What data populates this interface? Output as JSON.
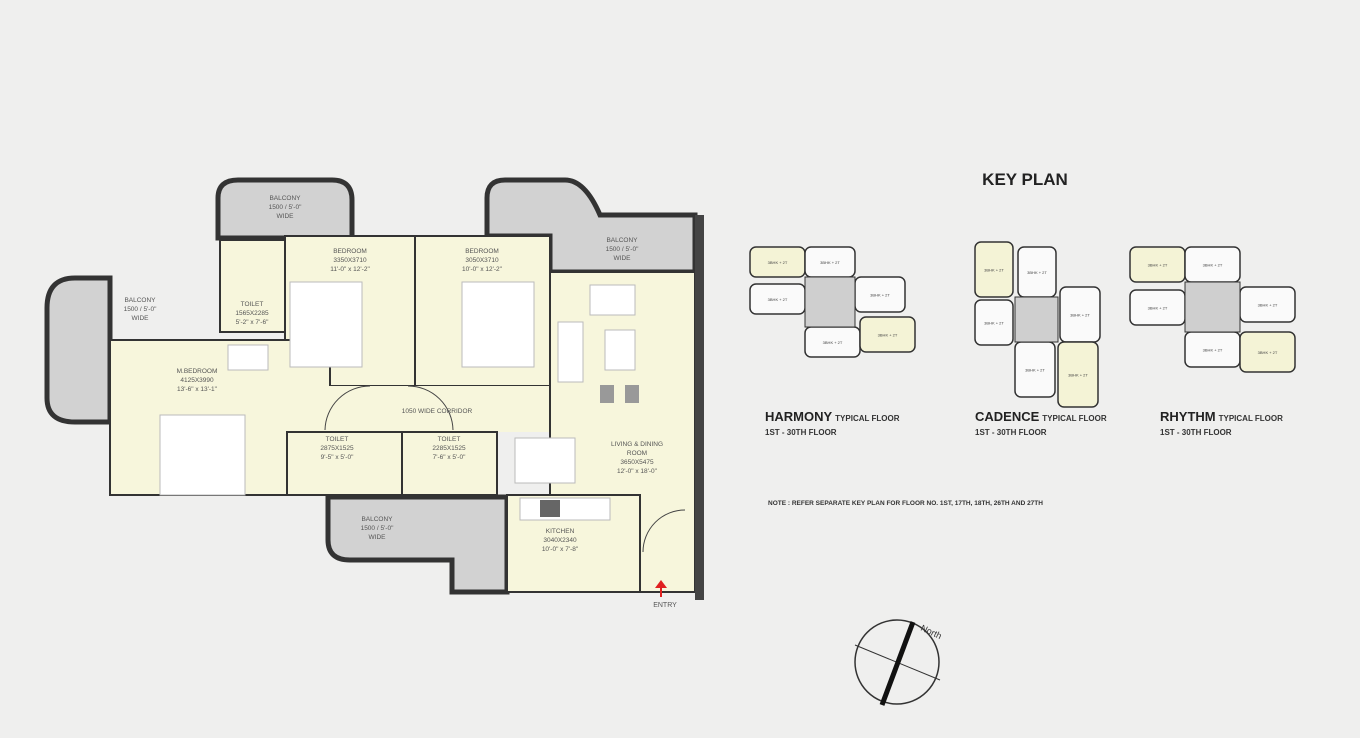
{
  "floor_plan": {
    "rooms": [
      {
        "name": "BALCONY",
        "dims": "1500 / 5'-0\"",
        "extra": "WIDE"
      },
      {
        "name": "BALCONY",
        "dims": "1500 / 5'-0\"",
        "extra": "WIDE"
      },
      {
        "name": "BALCONY",
        "dims": "1500 / 5'-0\"",
        "extra": "WIDE"
      },
      {
        "name": "BALCONY",
        "dims": "1500 / 5'-0\"",
        "extra": "WIDE"
      },
      {
        "name": "TOILET",
        "dims": "1565X2285",
        "extra": "5'-2\" x 7'-6\""
      },
      {
        "name": "BEDROOM",
        "dims": "3350X3710",
        "extra": "11'-0\" x 12'-2\""
      },
      {
        "name": "BEDROOM",
        "dims": "3050X3710",
        "extra": "10'-0\" x 12'-2\""
      },
      {
        "name": "M.BEDROOM",
        "dims": "4125X3990",
        "extra": "13'-6\" x 13'-1\""
      },
      {
        "name": "1050 WIDE CORRIDOR",
        "dims": "",
        "extra": ""
      },
      {
        "name": "TOILET",
        "dims": "2875X1525",
        "extra": "9'-5\" x 5'-0\""
      },
      {
        "name": "TOILET",
        "dims": "2285X1525",
        "extra": "7'-6\" x 5'-0\""
      },
      {
        "name": "LIVING & DINING",
        "dims": "ROOM",
        "extra": "3650X5475"
      },
      {
        "name": "KITCHEN",
        "dims": "3040X2340",
        "extra": "10'-0\" x 7'-8\""
      }
    ],
    "living_dims_imperial": "12'-0\" x 18'-0\"",
    "entry_label": "ENTRY",
    "entry_color": "#e02020"
  },
  "key_plan": {
    "title": "KEY PLAN",
    "unit_label": "3BHK + 2T",
    "towers": [
      {
        "name": "HARMONY",
        "type": "TYPICAL FLOOR",
        "floors": "1ST - 30TH FLOOR"
      },
      {
        "name": "CADENCE",
        "type": "TYPICAL FLOOR",
        "floors": "1ST - 30TH FLOOR"
      },
      {
        "name": "RHYTHM",
        "type": "TYPICAL FLOOR",
        "floors": "1ST - 30TH FLOOR"
      }
    ],
    "note": "NOTE : REFER SEPARATE KEY PLAN FOR FLOOR NO. 1ST, 17TH, 18TH, 26TH AND 27TH",
    "highlight_color": "#f4f3d6",
    "core_color": "#cfcfcf"
  },
  "compass": {
    "label": "North"
  }
}
